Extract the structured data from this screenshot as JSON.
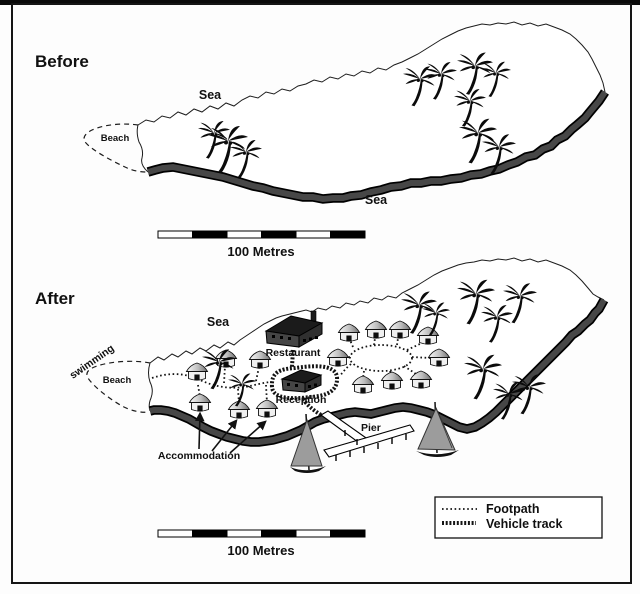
{
  "figure": {
    "before": {
      "title": "Before",
      "sea_north_label": "Sea",
      "sea_south_label": "Sea",
      "beach_label": "Beach",
      "scale_label": "100 Metres",
      "palms": [
        [
          214,
          133,
          0.8
        ],
        [
          228,
          141,
          1
        ],
        [
          246,
          152,
          0.8
        ],
        [
          420,
          79,
          0.85
        ],
        [
          441,
          74,
          0.8
        ],
        [
          475,
          66,
          0.9
        ],
        [
          496,
          73,
          0.75
        ],
        [
          470,
          101,
          0.8
        ],
        [
          478,
          133,
          0.95
        ],
        [
          499,
          147,
          0.85
        ]
      ]
    },
    "after": {
      "title": "After",
      "sea_label": "Sea",
      "beach_label": "Beach",
      "swimming_label": "swimming",
      "restaurant_label": "Restaurant",
      "reception_label": "Reception",
      "pier_label": "Pier",
      "accommodation_label": "Accommodation",
      "scale_label": "100 Metres",
      "huts": [
        [
          260,
          360
        ],
        [
          226,
          359
        ],
        [
          197,
          372
        ],
        [
          200,
          403
        ],
        [
          239,
          410
        ],
        [
          267,
          409
        ],
        [
          349,
          333
        ],
        [
          376,
          330
        ],
        [
          400,
          330
        ],
        [
          428,
          336
        ],
        [
          338,
          358
        ],
        [
          439,
          358
        ],
        [
          363,
          385
        ],
        [
          392,
          381
        ],
        [
          421,
          380
        ]
      ],
      "palms": [
        [
          219,
          362,
          0.85
        ],
        [
          242,
          384,
          0.7
        ],
        [
          419,
          305,
          0.9
        ],
        [
          436,
          313,
          0.7
        ],
        [
          476,
          294,
          0.95
        ],
        [
          497,
          317,
          0.8
        ],
        [
          520,
          296,
          0.85
        ],
        [
          483,
          369,
          0.95
        ],
        [
          509,
          394,
          0.8
        ],
        [
          529,
          387,
          0.85
        ]
      ],
      "accommodation_arrows": [
        [
          199,
          449,
          200,
          414
        ],
        [
          212,
          451,
          236,
          421
        ],
        [
          230,
          453,
          265,
          422
        ]
      ],
      "boat_count": 2
    },
    "legend": {
      "items": [
        {
          "label": "Footpath",
          "style": "footpath"
        },
        {
          "label": "Vehicle track",
          "style": "vehicle"
        }
      ]
    },
    "colors": {
      "ink": "#101010",
      "coast_band": "#474747",
      "sail_gray": "#9c9c9c",
      "building_dark": "#2e2e2e"
    }
  }
}
